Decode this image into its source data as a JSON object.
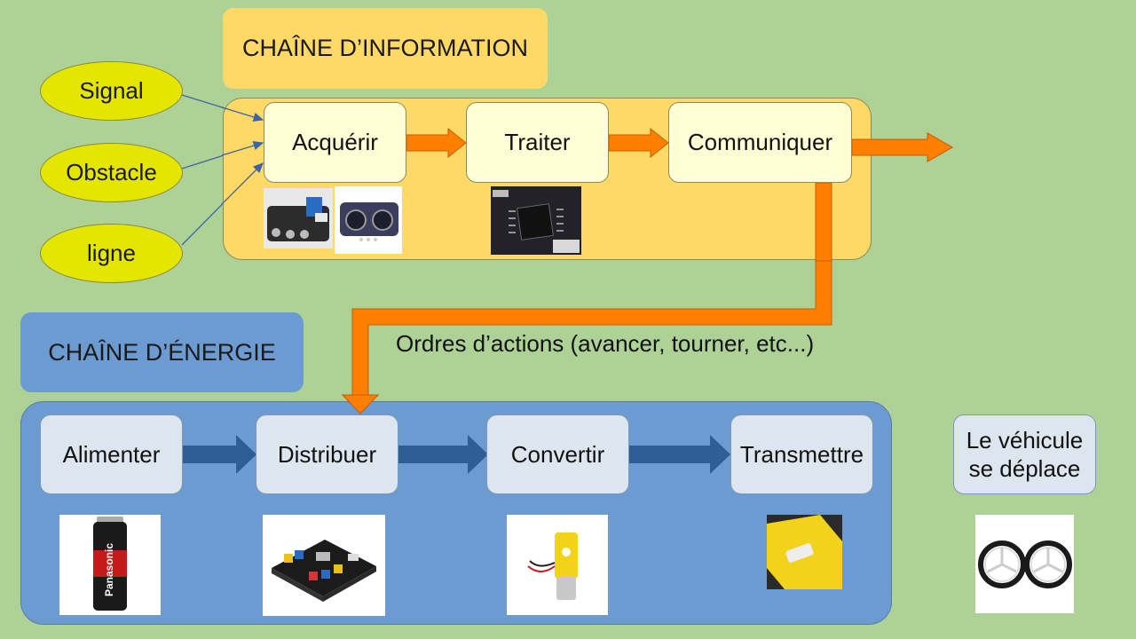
{
  "titles": {
    "information_chain": "CHAÎNE D’INFORMATION",
    "energy_chain": "CHAÎNE D’ÉNERGIE"
  },
  "inputs": [
    "Signal",
    "Obstacle",
    "ligne"
  ],
  "information_steps": [
    "Acquérir",
    "Traiter",
    "Communiquer"
  ],
  "energy_steps": [
    "Alimenter",
    "Distribuer",
    "Convertir",
    "Transmettre"
  ],
  "orders_label": "Ordres d’actions (avancer, tourner, etc...)",
  "result": {
    "line1": "Le véhicule",
    "line2": "se déplace"
  },
  "images": {
    "battery_brand": "Panasonic"
  },
  "colors": {
    "background": "#aed296",
    "information_zone": "#ffd966",
    "energy_zone": "#6c9bd2",
    "input_ellipse": "#e4e600",
    "orange_arrow": "#ff7f00",
    "blue_arrow": "#2e5e94"
  }
}
